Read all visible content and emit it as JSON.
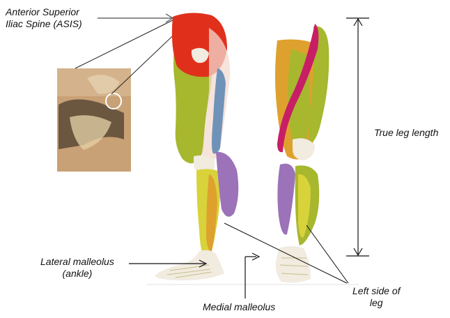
{
  "labels": {
    "asis": [
      "Anterior Superior",
      "Iliac Spine (ASIS)"
    ],
    "lateral_malleolus": [
      "Lateral malleolus",
      "(ankle)"
    ],
    "medial_malleolus": "Medial malleolus",
    "true_leg_length": "True leg length",
    "left_side_of_leg": [
      "Left side of",
      "leg"
    ]
  },
  "colors": {
    "gluteal_red": "#e0301c",
    "thigh_olive": "#a7b72e",
    "quad_orange": "#dea12e",
    "shin_yellow": "#d8d23b",
    "calf_purple": "#9c72b8",
    "sartorius_magenta": "#c81e66",
    "it_band_blue": "#6f93b8",
    "bone_cream": "#f1ebe0",
    "photo_skin": "#c9a176"
  }
}
